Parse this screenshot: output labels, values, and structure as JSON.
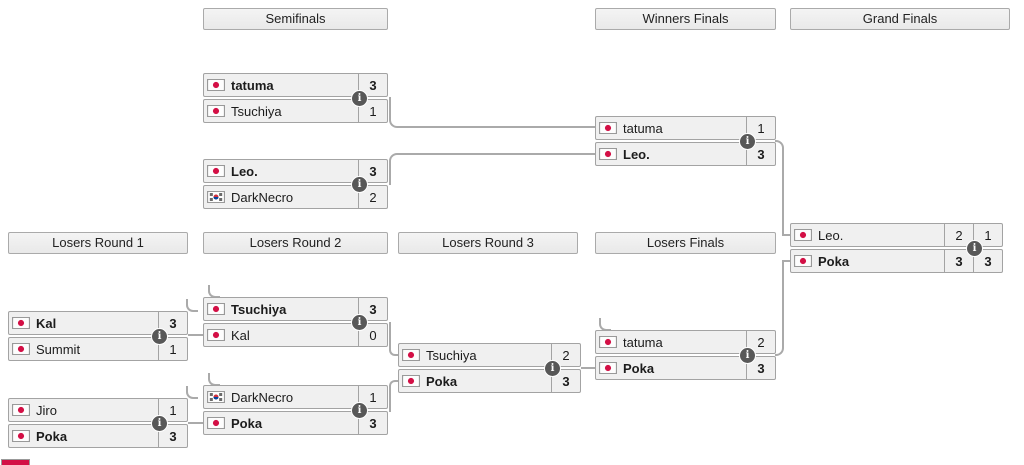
{
  "headers": {
    "semifinals": "Semifinals",
    "winners_finals": "Winners Finals",
    "grand_finals": "Grand Finals",
    "losers_round_1": "Losers Round 1",
    "losers_round_2": "Losers Round 2",
    "losers_round_3": "Losers Round 3",
    "losers_finals": "Losers Finals"
  },
  "icons": {
    "info_glyph": "i"
  },
  "colors": {
    "row_bg": "#f0f0f0",
    "box_border": "#a3a3a3",
    "connector": "#aaaaaa",
    "info_icon_bg": "#585858",
    "japan_flag_red": "#d30f45",
    "korea_flag_red": "#cd2e3a",
    "korea_flag_blue": "#0047a0"
  },
  "bracket": {
    "semifinals": {
      "match1": {
        "top": {
          "name": "tatuma",
          "flag": "jp",
          "score": "3",
          "winner": true
        },
        "bottom": {
          "name": "Tsuchiya",
          "flag": "jp",
          "score": "1",
          "winner": false
        }
      },
      "match2": {
        "top": {
          "name": "Leo.",
          "flag": "jp",
          "score": "3",
          "winner": true
        },
        "bottom": {
          "name": "DarkNecro",
          "flag": "kr",
          "score": "2",
          "winner": false
        }
      }
    },
    "winners_finals": {
      "match1": {
        "top": {
          "name": "tatuma",
          "flag": "jp",
          "score": "1",
          "winner": false
        },
        "bottom": {
          "name": "Leo.",
          "flag": "jp",
          "score": "3",
          "winner": true
        }
      }
    },
    "grand_finals": {
      "match1": {
        "top": {
          "name": "Leo.",
          "flag": "jp",
          "score1": "2",
          "score2": "1",
          "winner": false
        },
        "bottom": {
          "name": "Poka",
          "flag": "jp",
          "score1": "3",
          "score2": "3",
          "winner": true
        }
      }
    },
    "losers_round_1": {
      "match1": {
        "top": {
          "name": "Kal",
          "flag": "jp",
          "score": "3",
          "winner": true
        },
        "bottom": {
          "name": "Summit",
          "flag": "jp",
          "score": "1",
          "winner": false
        }
      },
      "match2": {
        "top": {
          "name": "Jiro",
          "flag": "jp",
          "score": "1",
          "winner": false
        },
        "bottom": {
          "name": "Poka",
          "flag": "jp",
          "score": "3",
          "winner": true
        }
      }
    },
    "losers_round_2": {
      "match1": {
        "top": {
          "name": "Tsuchiya",
          "flag": "jp",
          "score": "3",
          "winner": true
        },
        "bottom": {
          "name": "Kal",
          "flag": "jp",
          "score": "0",
          "winner": false
        }
      },
      "match2": {
        "top": {
          "name": "DarkNecro",
          "flag": "kr",
          "score": "1",
          "winner": false
        },
        "bottom": {
          "name": "Poka",
          "flag": "jp",
          "score": "3",
          "winner": true
        }
      }
    },
    "losers_round_3": {
      "match1": {
        "top": {
          "name": "Tsuchiya",
          "flag": "jp",
          "score": "2",
          "winner": false
        },
        "bottom": {
          "name": "Poka",
          "flag": "jp",
          "score": "3",
          "winner": true
        }
      }
    },
    "losers_finals": {
      "match1": {
        "top": {
          "name": "tatuma",
          "flag": "jp",
          "score": "2",
          "winner": false
        },
        "bottom": {
          "name": "Poka",
          "flag": "jp",
          "score": "3",
          "winner": true
        }
      }
    }
  }
}
